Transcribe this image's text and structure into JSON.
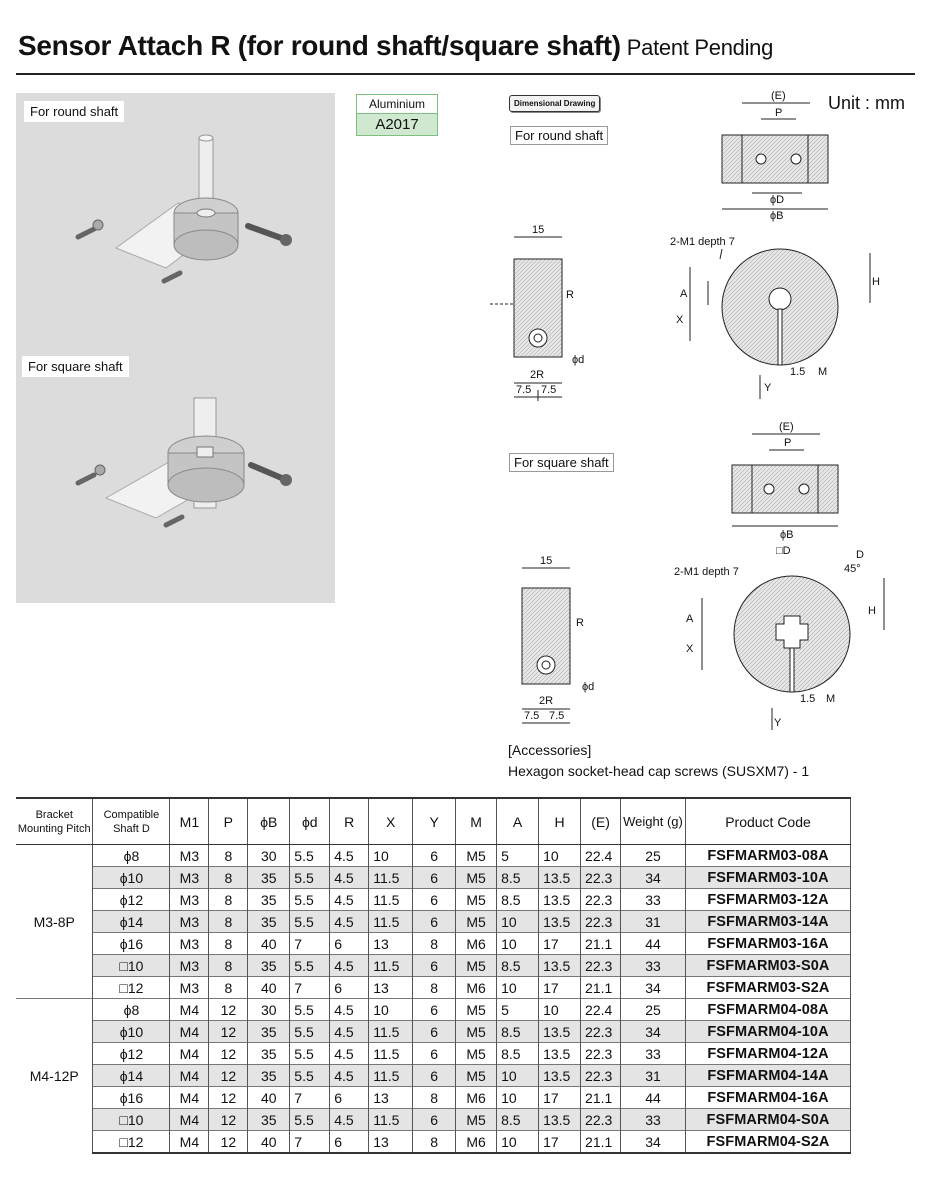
{
  "header": {
    "title": "Sensor Attach R (for round shaft/square shaft)",
    "subtitle": "Patent Pending"
  },
  "photo_panel": {
    "round_label": "For round shaft",
    "square_label": "For square shaft"
  },
  "material": {
    "name": "Aluminium",
    "grade": "A2017"
  },
  "drawing": {
    "badge": "Dimensional Drawing",
    "unit": "Unit : mm",
    "round_label": "For round shaft",
    "square_label": "For square shaft",
    "dims": {
      "E": "(E)",
      "P": "P",
      "phiD": "ϕD",
      "phiB": "ϕB",
      "w15": "15",
      "R": "R",
      "twoR": "2R",
      "half_a": "7.5",
      "half_b": "7.5",
      "phid": "ϕd",
      "m1": "2-M1 depth 7",
      "H": "H",
      "A": "A",
      "X": "X",
      "Y": "Y",
      "gap": "1.5",
      "M": "M",
      "sqD": "□D",
      "D": "D",
      "angle": "45°"
    }
  },
  "accessories": {
    "title": "[Accessories]",
    "item": "Hexagon socket-head cap screws (SUSXM7) - 1"
  },
  "table": {
    "headers": {
      "pitch": "Bracket Mounting Pitch",
      "shaft": "Compatible Shaft D",
      "m1": "M1",
      "p": "P",
      "b": "ϕB",
      "d": "ϕd",
      "r": "R",
      "x": "X",
      "y": "Y",
      "m": "M",
      "a": "A",
      "h": "H",
      "e": "(E)",
      "weight": "Weight (g)",
      "code": "Product Code"
    },
    "groups": [
      {
        "pitch": "M3-8P",
        "rows": [
          {
            "shaft": "ϕ8",
            "m1": "M3",
            "p": "8",
            "b": "30",
            "d": "5.5",
            "r": "4.5",
            "x": "10",
            "y": "6",
            "m": "M5",
            "a": "5",
            "h": "10",
            "e": "22.4",
            "weight": "25",
            "code": "FSFMARM03-08A"
          },
          {
            "shaft": "ϕ10",
            "m1": "M3",
            "p": "8",
            "b": "35",
            "d": "5.5",
            "r": "4.5",
            "x": "11.5",
            "y": "6",
            "m": "M5",
            "a": "8.5",
            "h": "13.5",
            "e": "22.3",
            "weight": "34",
            "code": "FSFMARM03-10A"
          },
          {
            "shaft": "ϕ12",
            "m1": "M3",
            "p": "8",
            "b": "35",
            "d": "5.5",
            "r": "4.5",
            "x": "11.5",
            "y": "6",
            "m": "M5",
            "a": "8.5",
            "h": "13.5",
            "e": "22.3",
            "weight": "33",
            "code": "FSFMARM03-12A"
          },
          {
            "shaft": "ϕ14",
            "m1": "M3",
            "p": "8",
            "b": "35",
            "d": "5.5",
            "r": "4.5",
            "x": "11.5",
            "y": "6",
            "m": "M5",
            "a": "10",
            "h": "13.5",
            "e": "22.3",
            "weight": "31",
            "code": "FSFMARM03-14A"
          },
          {
            "shaft": "ϕ16",
            "m1": "M3",
            "p": "8",
            "b": "40",
            "d": "7",
            "r": "6",
            "x": "13",
            "y": "8",
            "m": "M6",
            "a": "10",
            "h": "17",
            "e": "21.1",
            "weight": "44",
            "code": "FSFMARM03-16A"
          },
          {
            "shaft": "□10",
            "m1": "M3",
            "p": "8",
            "b": "35",
            "d": "5.5",
            "r": "4.5",
            "x": "11.5",
            "y": "6",
            "m": "M5",
            "a": "8.5",
            "h": "13.5",
            "e": "22.3",
            "weight": "33",
            "code": "FSFMARM03-S0A"
          },
          {
            "shaft": "□12",
            "m1": "M3",
            "p": "8",
            "b": "40",
            "d": "7",
            "r": "6",
            "x": "13",
            "y": "8",
            "m": "M6",
            "a": "10",
            "h": "17",
            "e": "21.1",
            "weight": "34",
            "code": "FSFMARM03-S2A"
          }
        ]
      },
      {
        "pitch": "M4-12P",
        "rows": [
          {
            "shaft": "ϕ8",
            "m1": "M4",
            "p": "12",
            "b": "30",
            "d": "5.5",
            "r": "4.5",
            "x": "10",
            "y": "6",
            "m": "M5",
            "a": "5",
            "h": "10",
            "e": "22.4",
            "weight": "25",
            "code": "FSFMARM04-08A"
          },
          {
            "shaft": "ϕ10",
            "m1": "M4",
            "p": "12",
            "b": "35",
            "d": "5.5",
            "r": "4.5",
            "x": "11.5",
            "y": "6",
            "m": "M5",
            "a": "8.5",
            "h": "13.5",
            "e": "22.3",
            "weight": "34",
            "code": "FSFMARM04-10A"
          },
          {
            "shaft": "ϕ12",
            "m1": "M4",
            "p": "12",
            "b": "35",
            "d": "5.5",
            "r": "4.5",
            "x": "11.5",
            "y": "6",
            "m": "M5",
            "a": "8.5",
            "h": "13.5",
            "e": "22.3",
            "weight": "33",
            "code": "FSFMARM04-12A"
          },
          {
            "shaft": "ϕ14",
            "m1": "M4",
            "p": "12",
            "b": "35",
            "d": "5.5",
            "r": "4.5",
            "x": "11.5",
            "y": "6",
            "m": "M5",
            "a": "10",
            "h": "13.5",
            "e": "22.3",
            "weight": "31",
            "code": "FSFMARM04-14A"
          },
          {
            "shaft": "ϕ16",
            "m1": "M4",
            "p": "12",
            "b": "40",
            "d": "7",
            "r": "6",
            "x": "13",
            "y": "8",
            "m": "M6",
            "a": "10",
            "h": "17",
            "e": "21.1",
            "weight": "44",
            "code": "FSFMARM04-16A"
          },
          {
            "shaft": "□10",
            "m1": "M4",
            "p": "12",
            "b": "35",
            "d": "5.5",
            "r": "4.5",
            "x": "11.5",
            "y": "6",
            "m": "M5",
            "a": "8.5",
            "h": "13.5",
            "e": "22.3",
            "weight": "33",
            "code": "FSFMARM04-S0A"
          },
          {
            "shaft": "□12",
            "m1": "M4",
            "p": "12",
            "b": "40",
            "d": "7",
            "r": "6",
            "x": "13",
            "y": "8",
            "m": "M6",
            "a": "10",
            "h": "17",
            "e": "21.1",
            "weight": "34",
            "code": "FSFMARM04-S2A"
          }
        ]
      }
    ]
  }
}
